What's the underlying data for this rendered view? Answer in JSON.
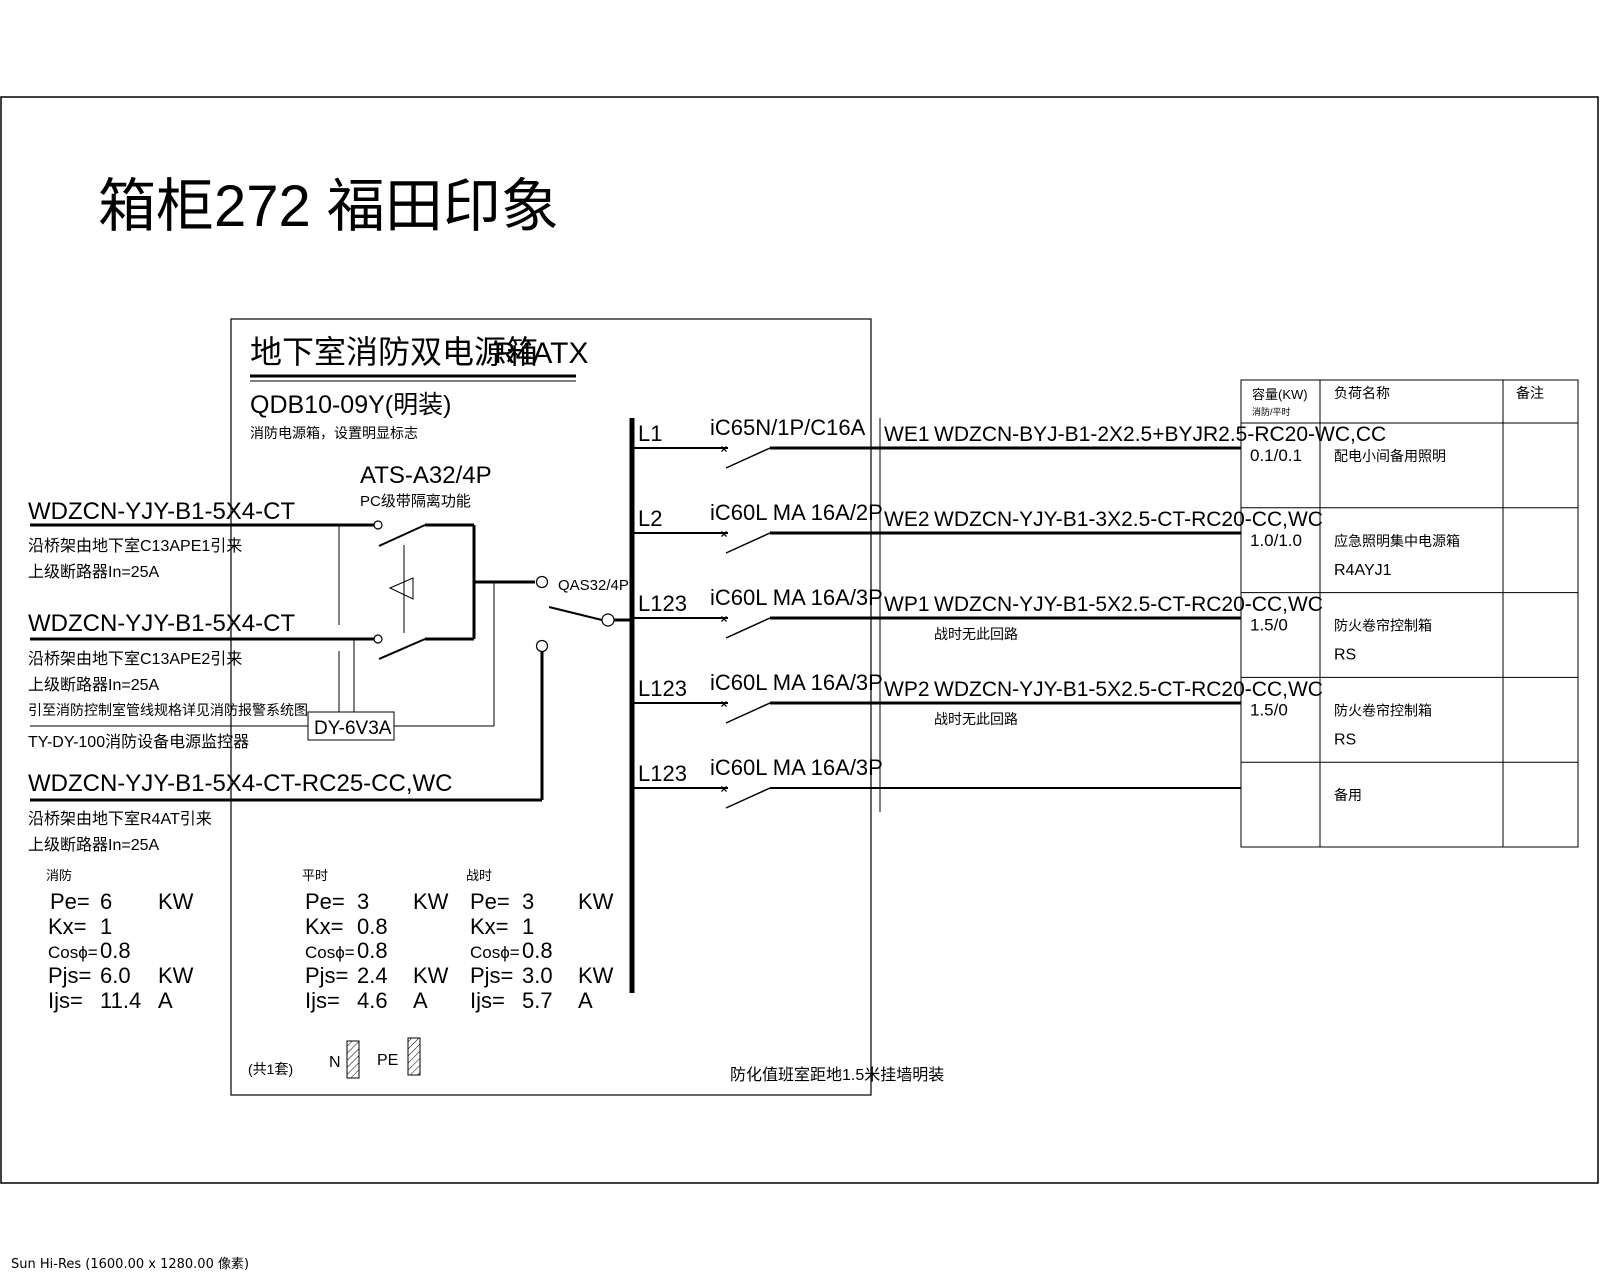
{
  "title": "箱柜272 福田印象",
  "box": {
    "name": "地下室消防双电源箱",
    "code": "R4ATX",
    "model": "QDB10-09Y(明装)",
    "note": "消防电源箱，设置明显标志",
    "ats_label": "ATS-A32/4P",
    "ats_note": "PC级带隔离功能",
    "qas_label": "QAS32/4P",
    "monitor_label": "DY-6V3A",
    "set_count": "(共1套)",
    "n_label": "N",
    "pe_label": "PE",
    "install_note": "防化值班室距地1.5米挂墙明装"
  },
  "incoming": [
    {
      "cable": "WDZCN-YJY-B1-5X4-CT",
      "line1": "沿桥架由地下室C13APE1引来",
      "line2": "上级断路器In=25A"
    },
    {
      "cable": "WDZCN-YJY-B1-5X4-CT",
      "line1": "沿桥架由地下室C13APE2引来",
      "line2": "上级断路器In=25A"
    },
    {
      "cable": "WDZCN-YJY-B1-5X4-CT-RC25-CC,WC",
      "line1": "沿桥架由地下室R4AT引来",
      "line2": "上级断路器In=25A"
    }
  ],
  "monitor": {
    "line1": "引至消防控制室管线规格详见消防报警系统图",
    "line2": "TY-DY-100消防设备电源监控器"
  },
  "calc": [
    {
      "heading": "消防",
      "pe": "6",
      "kx": "1",
      "cos": "0.8",
      "pjs": "6.0",
      "ijs": "11.4"
    },
    {
      "heading": "平时",
      "pe": "3",
      "kx": "0.8",
      "cos": "0.8",
      "pjs": "2.4",
      "ijs": "4.6"
    },
    {
      "heading": "战时",
      "pe": "3",
      "kx": "1",
      "cos": "0.8",
      "pjs": "3.0",
      "ijs": "5.7"
    }
  ],
  "calc_labels": {
    "pe": "Pe=",
    "kx": "Kx=",
    "cos": "Cosϕ=",
    "pjs": "Pjs=",
    "ijs": "Ijs=",
    "kw": "KW",
    "a": "A"
  },
  "circuits": [
    {
      "phase": "L1",
      "breaker": "iC65N/1P/C16A",
      "id": "WE1",
      "cable": "WDZCN-BYJ-B1-2X2.5+BYJR2.5-RC20-WC,CC",
      "note": "",
      "capacity": "0.1/0.1",
      "load": "配电小间备用照明",
      "load2": "",
      "remark": ""
    },
    {
      "phase": "L2",
      "breaker": "iC60L MA 16A/2P",
      "id": "WE2",
      "cable": "WDZCN-YJY-B1-3X2.5-CT-RC20-CC,WC",
      "note": "",
      "capacity": "1.0/1.0",
      "load": "应急照明集中电源箱",
      "load2": "R4AYJ1",
      "remark": ""
    },
    {
      "phase": "L123",
      "breaker": "iC60L MA 16A/3P",
      "id": "WP1",
      "cable": "WDZCN-YJY-B1-5X2.5-CT-RC20-CC,WC",
      "note": "战时无此回路",
      "capacity": "1.5/0",
      "load": "防火卷帘控制箱",
      "load2": "RS",
      "remark": ""
    },
    {
      "phase": "L123",
      "breaker": "iC60L MA 16A/3P",
      "id": "WP2",
      "cable": "WDZCN-YJY-B1-5X2.5-CT-RC20-CC,WC",
      "note": "战时无此回路",
      "capacity": "1.5/0",
      "load": "防火卷帘控制箱",
      "load2": "RS",
      "remark": ""
    },
    {
      "phase": "L123",
      "breaker": "iC60L MA 16A/3P",
      "id": "",
      "cable": "",
      "note": "",
      "capacity": "",
      "load": "备用",
      "load2": "",
      "remark": ""
    }
  ],
  "table_header": {
    "capacity": "容量(KW)",
    "capacity_sub": "消防/平时",
    "load": "负荷名称",
    "remark": "备注"
  },
  "footer": "Sun Hi-Res (1600.00 x 1280.00 像素)"
}
